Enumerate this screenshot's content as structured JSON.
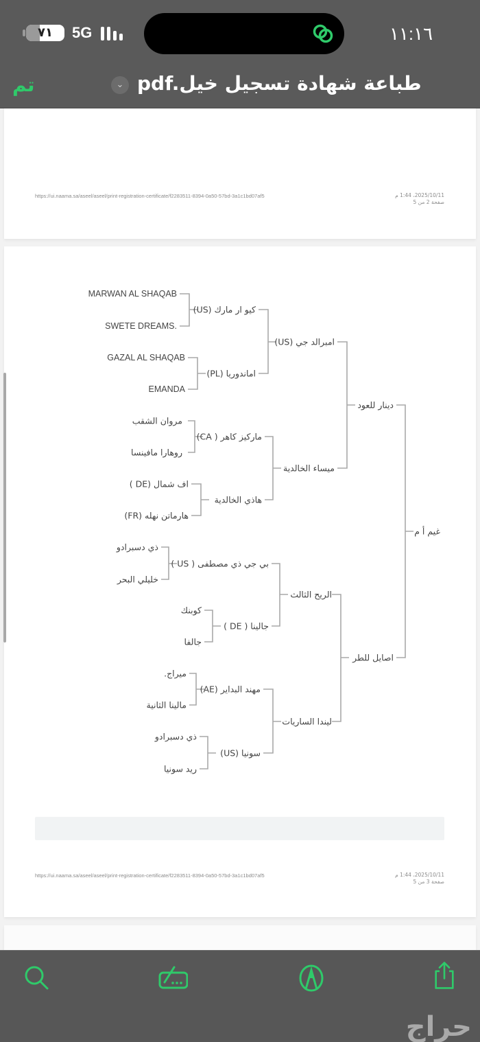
{
  "status_bar": {
    "battery_level": "٧١",
    "network": "5G",
    "time": "١١:١٦",
    "island_icon": "link-chain-icon"
  },
  "nav": {
    "done_label": "تم",
    "document_title": "طباعة شهادة تسجيل خيل.pdf",
    "title_menu_icon": "chevron-down-icon"
  },
  "pages": [
    {
      "page_label": "صفحة 2 من 5",
      "timestamp": "2025/10/11، 1:44 م",
      "url": "https://ui.naama.sa/aseel/aseel/print-registration-certificate/f2283511-8394-0a50-57bd-3a1c1bd07af5"
    },
    {
      "page_label": "صفحة 3 من 5",
      "timestamp": "2025/10/11، 1:44 م",
      "url": "https://ui.naama.sa/aseel/aseel/print-registration-certificate/f2283511-8394-0a50-57bd-3a1c1bd07af5"
    }
  ],
  "pedigree": {
    "root": "غيم أ م",
    "sire": "دينار للعود",
    "dam": "اصايل للطر",
    "sire_sire": "امبرالد جي (US)",
    "sire_dam": "ميساء الخالدية",
    "dam_sire": "الريح الثالث",
    "dam_dam": "ليندا الساريات",
    "gen3": [
      "كيو ار مارك (US)",
      "اماندوريا (PL)",
      "ماركيز كاهر ( CA)",
      "هاذي الخالدية",
      "بي جي ذي مصطفى ( US )",
      "جالينا ( DE )",
      "مهند البداير (AE)",
      "سونيا (US)"
    ],
    "gen4": [
      "MARWAN AL SHAQAB",
      "SWETE DREAMS.",
      "GAZAL AL SHAQAB",
      "EMANDA",
      "مروان الشقب",
      "روهارا مافينسا",
      "اف شمال (DE )",
      "هارماتن نهله (FR)",
      "ذي دسبرادو",
      "خليلي البحر",
      "كوبنك",
      "جالفا",
      "ميراج.",
      "مالينا الثانية",
      "ذي دسبرادو",
      "ريد سونيا"
    ]
  },
  "toolbar": {
    "search": "search-icon",
    "form_fill": "form-fill-icon",
    "markup": "markup-pen-icon",
    "share": "share-icon"
  },
  "watermark": "حراج",
  "colors": {
    "accent": "#2fca6a",
    "chrome": "#5a5a5a",
    "line": "#a9a9a9",
    "text": "#444444"
  }
}
